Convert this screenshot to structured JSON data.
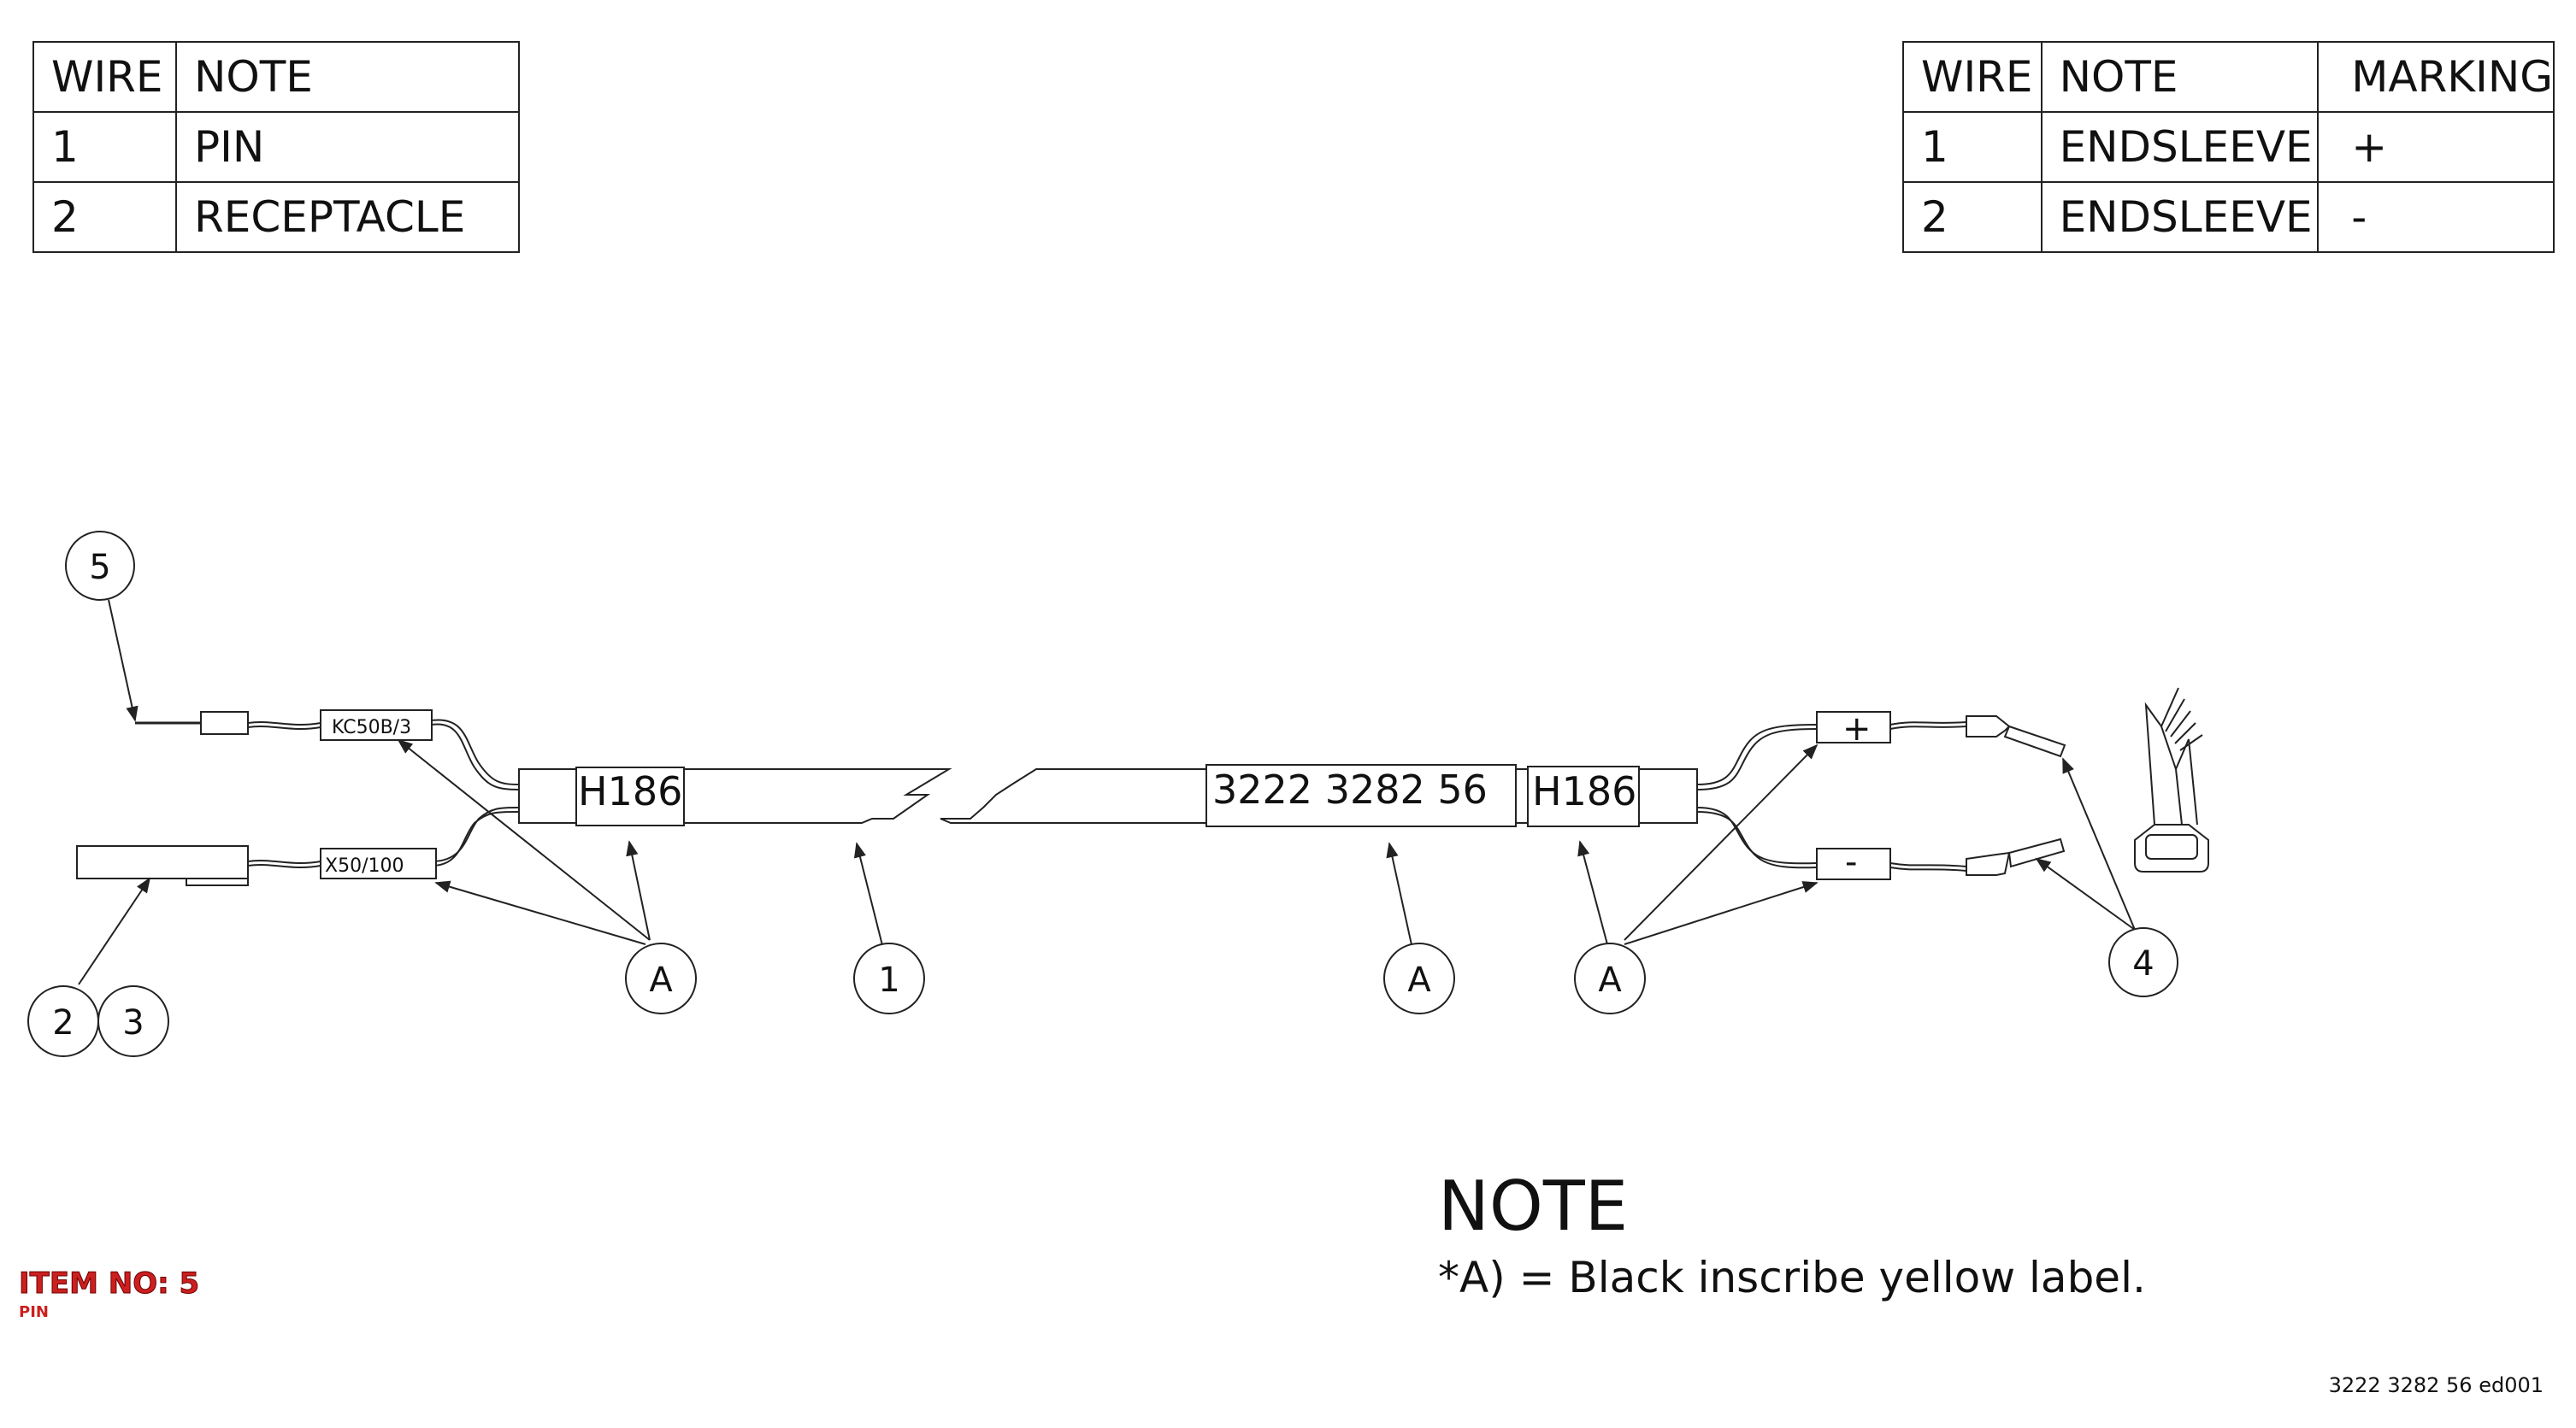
{
  "left_table": {
    "headers": [
      "WIRE",
      "NOTE"
    ],
    "rows": [
      [
        "1",
        "PIN"
      ],
      [
        "2",
        "RECEPTACLE"
      ]
    ]
  },
  "right_table": {
    "headers": [
      "WIRE",
      "NOTE",
      "MARKING"
    ],
    "rows": [
      [
        "1",
        "ENDSLEEVE",
        "+"
      ],
      [
        "2",
        "ENDSLEEVE",
        "-"
      ]
    ]
  },
  "drawing": {
    "label_top_connector": "KC50B/3",
    "label_bottom_connector": "X50/100",
    "label_left_sleeve": "H186",
    "label_cable_part_no": "3222 3282 56",
    "label_right_sleeve": "H186",
    "marking_plus": "+",
    "marking_minus": "-",
    "callout_5": "5",
    "callout_2": "2",
    "callout_3": "3",
    "callout_1": "1",
    "callout_4": "4",
    "callout_a": "A"
  },
  "note": {
    "title": "NOTE",
    "text": "*A) = Black inscribe yellow label."
  },
  "item": {
    "label": "ITEM NO: 5",
    "sub": "PIN"
  },
  "doc_code": "3222 3282 56 ed001"
}
